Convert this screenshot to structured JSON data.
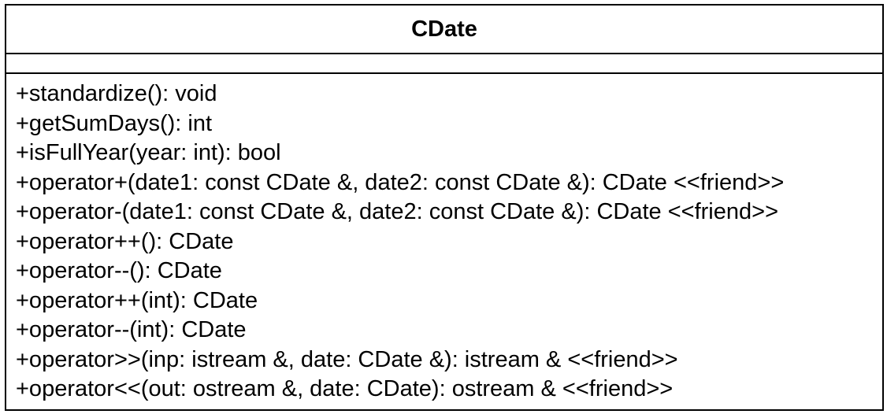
{
  "class_box": {
    "name": "CDate",
    "attributes": [],
    "operations": [
      "+standardize(): void",
      "+getSumDays(): int",
      "+isFullYear(year: int): bool",
      "+operator+(date1: const CDate &, date2: const CDate &): CDate <<friend>>",
      "+operator-(date1: const CDate &, date2: const CDate &): CDate <<friend>>",
      "+operator++(): CDate",
      "+operator--(): CDate",
      "+operator++(int): CDate",
      "+operator--(int): CDate",
      "+operator>>(inp: istream &, date: CDate &): istream & <<friend>>",
      "+operator<<(out: ostream &, date: CDate): ostream & <<friend>>"
    ]
  },
  "colors": {
    "border": "#000000",
    "background": "#ffffff",
    "text": "#000000"
  }
}
